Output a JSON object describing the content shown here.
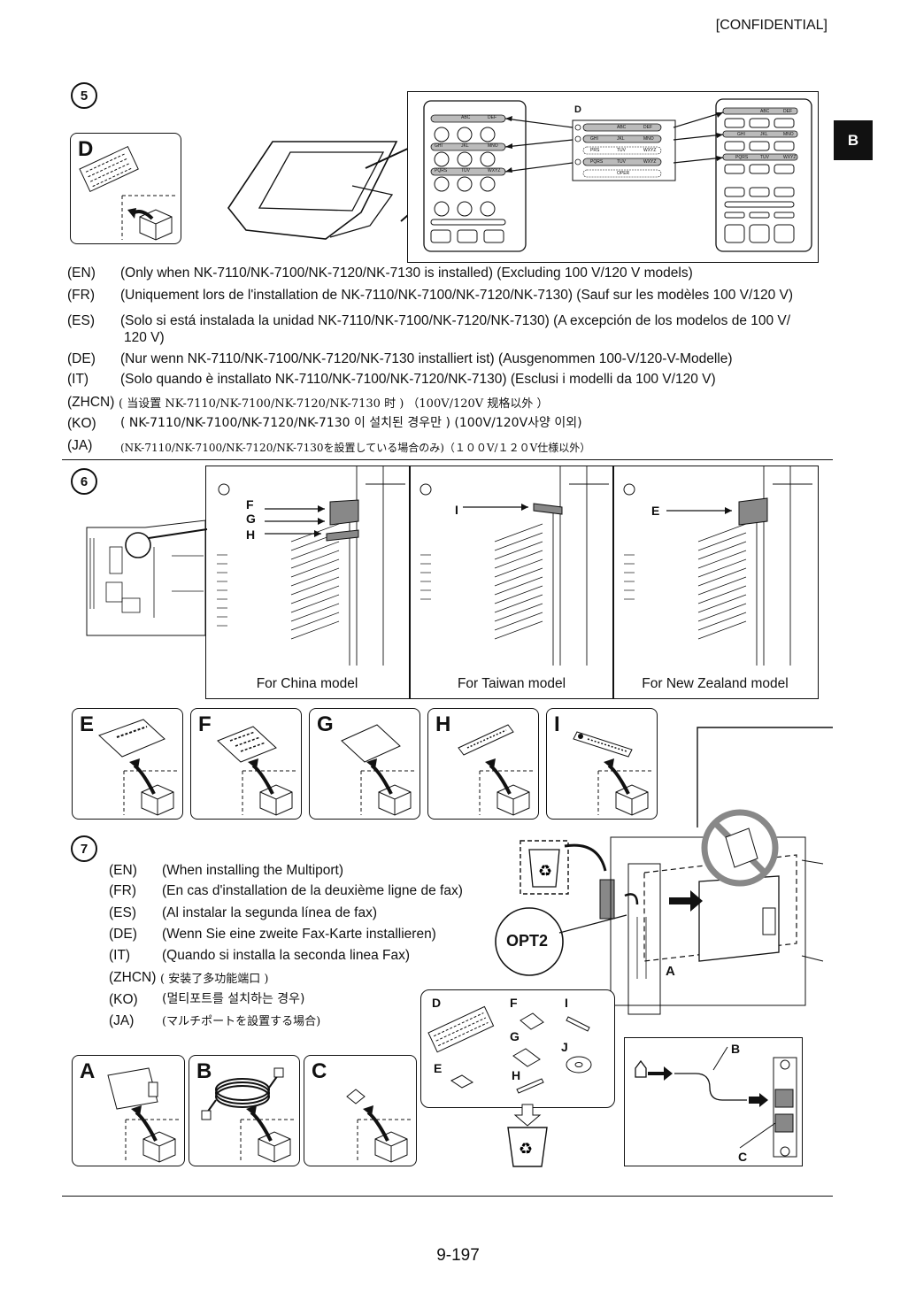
{
  "header": {
    "confidential": "[CONFIDENTIAL]",
    "section_tab": "B"
  },
  "step5": {
    "number": "5",
    "part_label": "D",
    "diagram": {
      "callout_d": "D",
      "key_labels": {
        "abc": "ABC",
        "def": "DEF",
        "ghi": "GHI",
        "jkl": "JKL",
        "mno": "MNO",
        "prs": "PRS",
        "pqrs": "PQRS",
        "tuv": "TUV",
        "wxyz": "WXYZ",
        "oper": "OPER"
      }
    },
    "lines": [
      {
        "code": "(EN)",
        "text": "(Only when NK-7110/NK-7100/NK-7120/NK-7130 is installed) (Excluding 100 V/120 V models)"
      },
      {
        "code": "(FR)",
        "text": "(Uniquement lors de l'installation de NK-7110/NK-7100/NK-7120/NK-7130) (Sauf sur les modèles 100 V/120 V)"
      },
      {
        "code": "(ES)",
        "text": "(Solo si está instalada la unidad NK-7110/NK-7100/NK-7120/NK-7130) (A excepción de los modelos de 100 V/",
        "text2": "120 V)"
      },
      {
        "code": "(DE)",
        "text": "(Nur wenn NK-7110/NK-7100/NK-7120/NK-7130 installiert ist) (Ausgenommen 100-V/120-V-Modelle)"
      },
      {
        "code": "(IT)",
        "text": "(Solo quando è installato NK-7110/NK-7100/NK-7120/NK-7130) (Esclusi i modelli da 100 V/120 V)"
      },
      {
        "code": "(ZHCN)",
        "text": "( 当设置 NK-7110/NK-7100/NK-7120/NK-7130 时 ) （100V/120V 规格以外 ）"
      },
      {
        "code": "(KO)",
        "text": "( NK-7110/NK-7100/NK-7120/NK-7130 이 설치된 경우만 ) (100V/120V사양 이외)"
      },
      {
        "code": "(JA)",
        "text": "(NK-7110/NK-7100/NK-7120/NK-7130を設置している場合のみ)（１００V/１２０V仕様以外）"
      }
    ]
  },
  "step6": {
    "number": "6",
    "models": [
      {
        "label": "For China model",
        "callouts": [
          "F",
          "G",
          "H"
        ]
      },
      {
        "label": "For Taiwan model",
        "callouts": [
          "I"
        ]
      },
      {
        "label": "For New Zealand model",
        "callouts": [
          "E"
        ]
      }
    ],
    "parts": [
      "E",
      "F",
      "G",
      "H",
      "I"
    ]
  },
  "step7": {
    "number": "7",
    "lines": [
      {
        "code": "(EN)",
        "text": "(When installing the Multiport)"
      },
      {
        "code": "(FR)",
        "text": "(En cas d'installation de la deuxième ligne de fax)"
      },
      {
        "code": "(ES)",
        "text": "(Al instalar la segunda línea de fax)"
      },
      {
        "code": "(DE)",
        "text": "(Wenn Sie eine zweite Fax-Karte installieren)"
      },
      {
        "code": "(IT)",
        "text": "(Quando si installa la seconda linea Fax)"
      },
      {
        "code": "(ZHCN)",
        "text": "( 安装了多功能端口 )"
      },
      {
        "code": "(KO)",
        "text": "(멀티포트를 설치하는 경우)"
      },
      {
        "code": "(JA)",
        "text": "(マルチポートを設置する場合)"
      }
    ],
    "opt_label": "OPT2",
    "callout_a": "A",
    "callout_b": "B",
    "callout_c": "C",
    "discard_parts": [
      "D",
      "E",
      "F",
      "G",
      "H",
      "I",
      "J"
    ],
    "parts": [
      "A",
      "B",
      "C"
    ]
  },
  "footer": {
    "page_number": "9-197"
  }
}
